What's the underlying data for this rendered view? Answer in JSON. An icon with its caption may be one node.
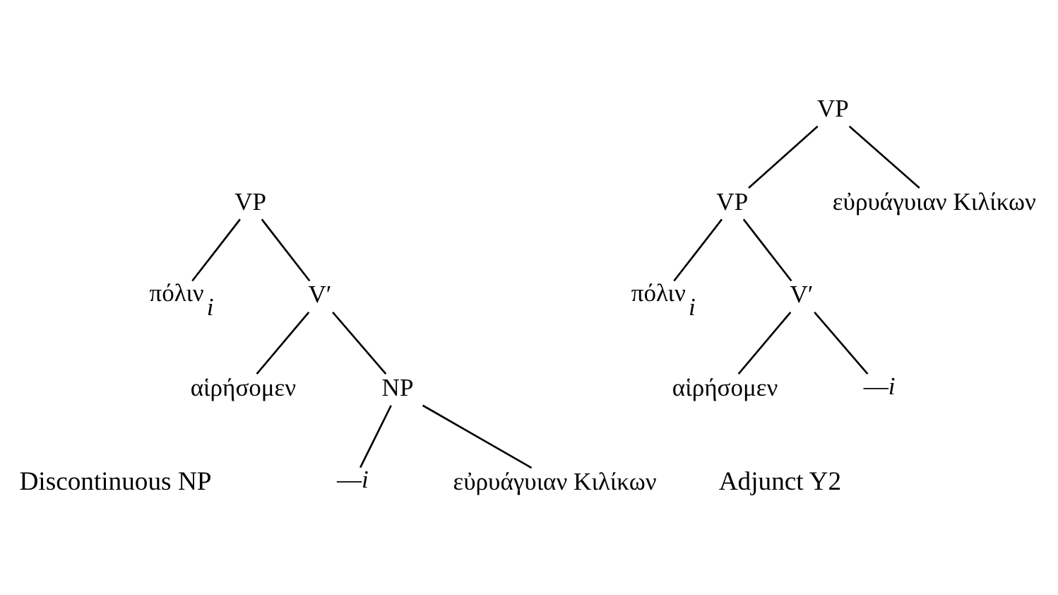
{
  "diagram": {
    "nodes": [
      {
        "text": [
          "VP"
        ]
      },
      {
        "text": [
          "πόλιν$_{i}$"
        ]
      },
      {
        "text": [
          "V′"
        ]
      },
      {
        "text": [
          "αἱρήσομεν"
        ]
      },
      {
        "text": [
          "NP"
        ]
      },
      {
        "text": [
          "—*i*"
        ]
      },
      {
        "text": [
          "εὐρυάγυιαν Κιλίκων"
        ]
      },
      {
        "text": [
          "VP"
        ]
      },
      {
        "text": [
          "VP"
        ]
      },
      {
        "text": [
          "εὐρυάγυιαν Κιλίκων"
        ]
      },
      {
        "text": [
          "πόλιν$_{i}$"
        ]
      },
      {
        "text": [
          "V′"
        ]
      },
      {
        "text": [
          "αἱρήσομεν"
        ]
      },
      {
        "text": [
          "—*i*"
        ]
      }
    ],
    "edges": [
      {
        "from": 0,
        "to": 1,
        "arrow": "none"
      },
      {
        "from": 0,
        "to": 2,
        "arrow": "none"
      },
      {
        "from": 2,
        "to": 3,
        "arrow": "none"
      },
      {
        "from": 2,
        "to": 4,
        "arrow": "none"
      },
      {
        "from": 4,
        "to": 5,
        "arrow": "none"
      },
      {
        "from": 4,
        "to": 6,
        "arrow": "none"
      },
      {
        "from": 7,
        "to": 8,
        "arrow": "none"
      },
      {
        "from": 7,
        "to": 9,
        "arrow": "none"
      },
      {
        "from": 8,
        "to": 10,
        "arrow": "none"
      },
      {
        "from": 8,
        "to": 11,
        "arrow": "none"
      },
      {
        "from": 11,
        "to": 12,
        "arrow": "none"
      },
      {
        "from": 11,
        "to": 13,
        "arrow": "none"
      }
    ],
    "labels": [
      "Discontinuous NP",
      "Adjunct Y2"
    ]
  }
}
